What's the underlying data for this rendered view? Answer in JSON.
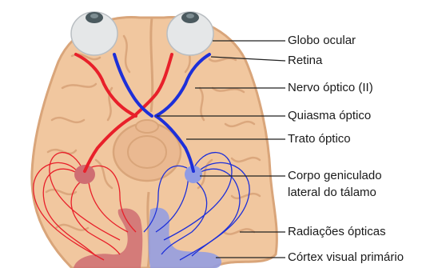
{
  "labels": {
    "eyeball": "Globo ocular",
    "retina": "Retina",
    "optic_nerve": "Nervo óptico (II)",
    "optic_chiasm": "Quiasma óptico",
    "optic_tract": "Trato óptico",
    "lgn_line1": "Corpo geniculado",
    "lgn_line2": "lateral do tálamo",
    "optic_radiations": "Radiações ópticas",
    "visual_cortex": "Córtex visual primário"
  },
  "colors": {
    "brain_fill": "#f1c79f",
    "brain_stroke": "#d9a57a",
    "left_pathway": "#e8202a",
    "right_pathway": "#1d2fd9",
    "cortex_left": "#cf6d72",
    "cortex_right": "#8f9be4",
    "leader_line": "#222222"
  }
}
